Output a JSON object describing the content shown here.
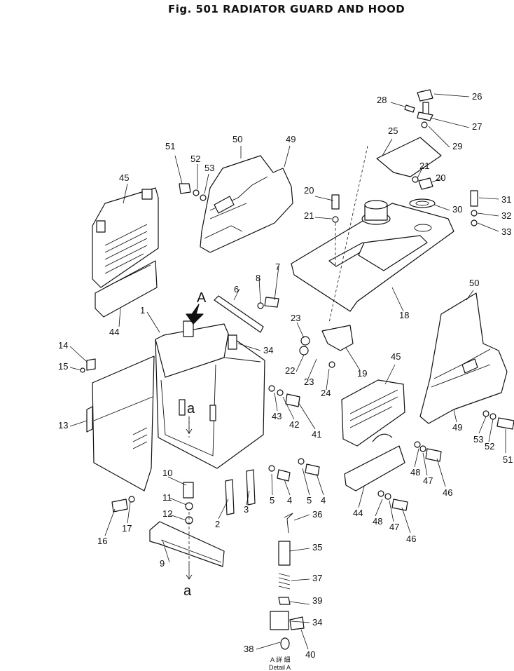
{
  "figure": {
    "title": "Fig. 501   RADIATOR GUARD AND HOOD",
    "view_label": "A",
    "arrow_ref_label": "a",
    "detail_label_line1": "A  詳 細",
    "detail_label_line2": "Detail  A"
  },
  "callouts": [
    "1",
    "2",
    "3",
    "4",
    "4",
    "5",
    "5",
    "6",
    "7",
    "8",
    "9",
    "10",
    "11",
    "12",
    "13",
    "14",
    "15",
    "16",
    "17",
    "18",
    "19",
    "20",
    "20",
    "21",
    "21",
    "22",
    "23",
    "23",
    "24",
    "25",
    "26",
    "27",
    "28",
    "29",
    "30",
    "31",
    "32",
    "33",
    "34",
    "34",
    "35",
    "36",
    "37",
    "38",
    "39",
    "40",
    "41",
    "42",
    "43",
    "44",
    "44",
    "45",
    "45",
    "46",
    "46",
    "47",
    "47",
    "48",
    "48",
    "49",
    "49",
    "50",
    "50",
    "51",
    "51",
    "52",
    "52",
    "53",
    "53"
  ]
}
